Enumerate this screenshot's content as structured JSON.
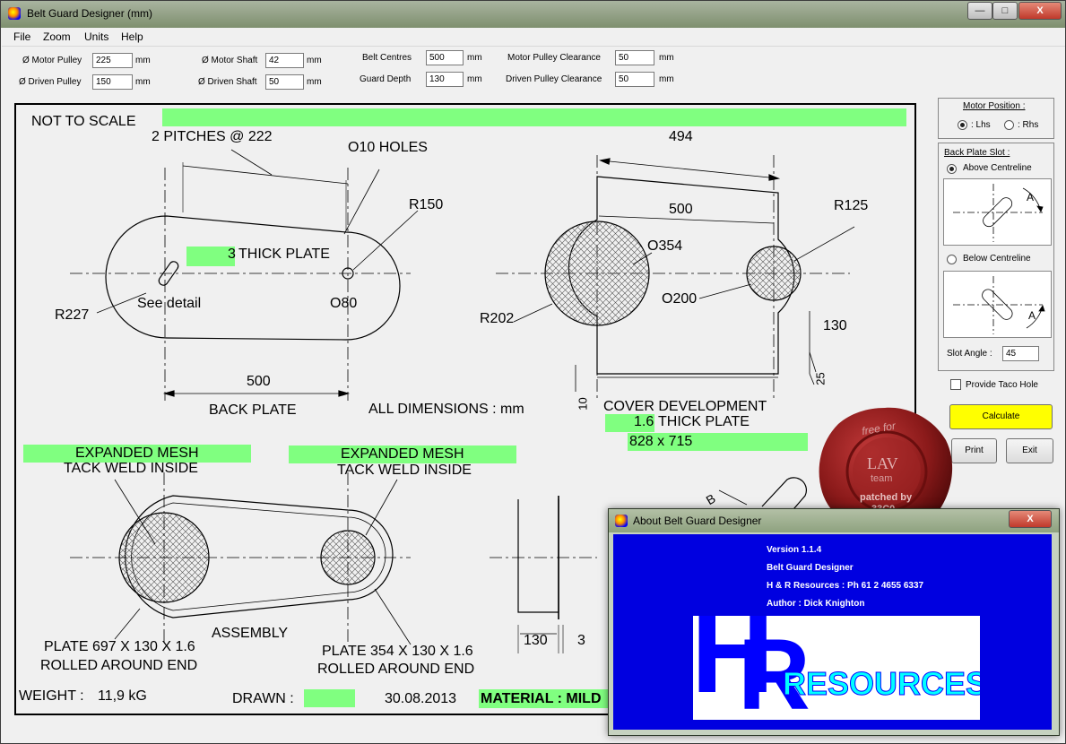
{
  "window": {
    "title": "Belt Guard Designer (mm)",
    "controls": {
      "minimize": "—",
      "maximize": "□",
      "close": "X"
    }
  },
  "menu": [
    "File",
    "Zoom",
    "Units",
    "Help"
  ],
  "params": {
    "motor_pulley": {
      "label": "Ø Motor Pulley",
      "value": "225",
      "unit": "mm"
    },
    "driven_pulley": {
      "label": "Ø Driven Pulley",
      "value": "150",
      "unit": "mm"
    },
    "motor_shaft": {
      "label": "Ø Motor Shaft",
      "value": "42",
      "unit": "mm"
    },
    "driven_shaft": {
      "label": "Ø Driven Shaft",
      "value": "50",
      "unit": "mm"
    },
    "belt_centres": {
      "label": "Belt Centres",
      "value": "500",
      "unit": "mm"
    },
    "guard_depth": {
      "label": "Guard Depth",
      "value": "130",
      "unit": "mm"
    },
    "motor_clearance": {
      "label": "Motor Pulley Clearance",
      "value": "50",
      "unit": "mm"
    },
    "driven_clearance": {
      "label": "Driven Pulley Clearance",
      "value": "50",
      "unit": "mm"
    }
  },
  "drawing": {
    "not_to_scale": "NOT TO SCALE",
    "back_plate": {
      "pitches": "2 PITCHES @ 222",
      "holes": "O10 HOLES",
      "r150": "R150",
      "thick": "3",
      "thick_plate": "THICK PLATE",
      "see_detail": "See detail",
      "o80": "O80",
      "r227": "R227",
      "dim_500": "500",
      "title": "BACK PLATE"
    },
    "all_dims": "ALL DIMENSIONS : mm",
    "cover": {
      "dim_494": "494",
      "dim_500": "500",
      "r125": "R125",
      "o354": "O354",
      "o200": "O200",
      "r202": "R202",
      "dim_130": "130",
      "dim_25": "25",
      "dim_10": "10",
      "title": "COVER DEVELOPMENT",
      "thick": "1.6",
      "thick_plate": "THICK PLATE",
      "size": "828 x 715"
    },
    "assembly": {
      "mesh_left": "EXPANDED MESH",
      "tack_left": "TACK WELD INSIDE",
      "mesh_right": "EXPANDED MESH",
      "tack_right": "TACK WELD INSIDE",
      "label": "ASSEMBLY",
      "plate_left_1": "PLATE 697 X 130 X 1.6",
      "plate_left_2": "ROLLED AROUND END",
      "plate_right_1": "PLATE 354 X 130 X 1.6",
      "plate_right_2": "ROLLED AROUND END"
    },
    "section": {
      "dim_130": "130",
      "dim_3": "3",
      "b_label": "B"
    },
    "footer": {
      "weight_label": "WEIGHT :",
      "weight_value": "11,9 kG",
      "drawn_label": "DRAWN :",
      "date": "30.08.2013",
      "material": "MATERIAL : MILD"
    }
  },
  "side": {
    "motor_position": "Motor Position :",
    "lhs": ": Lhs",
    "rhs": ": Rhs",
    "back_plate_slot": "Back Plate Slot :",
    "above": "Above Centreline",
    "below": "Below Centreline",
    "slot_angle_label": "Slot Angle :",
    "slot_angle_value": "45",
    "angle_letter": "A",
    "taco": "Provide Taco Hole",
    "calculate": "Calculate",
    "print": "Print",
    "exit": "Exit"
  },
  "about": {
    "title": "About Belt Guard Designer",
    "close": "X",
    "version": "Version 1.1.4",
    "product": "Belt Guard Designer",
    "company": "H & R Resources : Ph 61 2 4655 6337",
    "author": "Author : Dick Knighton",
    "logo_h": "H",
    "logo_amp": "&",
    "logo_r": "R",
    "logo_text": "RESOURCES"
  },
  "seal": {
    "line1": "free for",
    "line2": "LAV",
    "line3": "team",
    "line4": "patched by",
    "line5": "33C0"
  },
  "colors": {
    "green_field": "#80ff80",
    "calc_yellow": "#ffff00",
    "about_blue": "#0000e0",
    "logo_blue": "#0000ff",
    "logo_cyan": "#00ffff",
    "seal_red": "#8b1a1a"
  }
}
